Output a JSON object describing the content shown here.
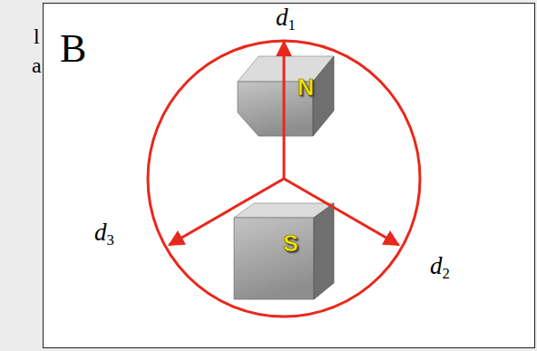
{
  "diagram": {
    "nodes": [
      {
        "text": [
          "N"
        ]
      },
      {
        "text": [
          "S"
        ]
      }
    ],
    "labels": [
      "l",
      "a",
      "B",
      "d1",
      "d3",
      "d2"
    ]
  }
}
